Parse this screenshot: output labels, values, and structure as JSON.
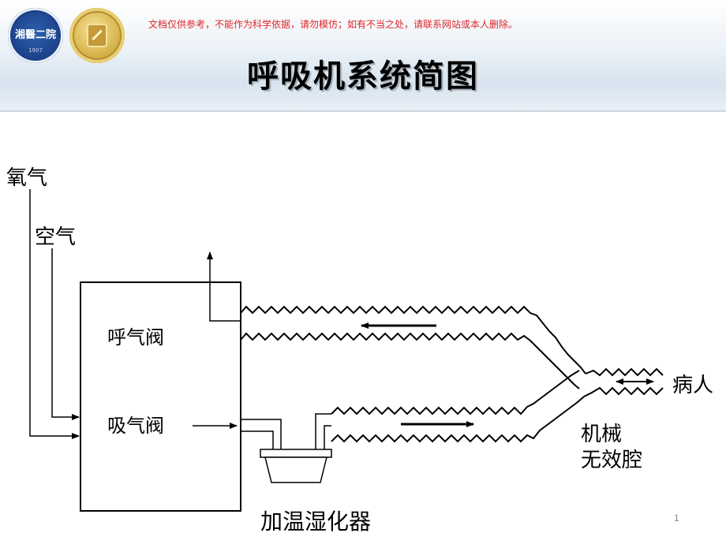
{
  "header": {
    "disclaimer": "文档仅供参考，不能作为科学依据，请勿模仿；如有不当之处，请联系网站或本人删除。",
    "title": "呼吸机系统简图",
    "logo_left_text": "湘醫二院",
    "logo_left_year": "1907"
  },
  "diagram": {
    "labels": {
      "oxygen": "氧气",
      "air": "空气",
      "exhale_valve": "呼气阀",
      "inhale_valve": "吸气阀",
      "patient": "病人",
      "dead_space_line1": "机械",
      "dead_space_line2": "无效腔",
      "humidifier": "加温湿化器"
    }
  },
  "footer": {
    "page_number": "1"
  },
  "colors": {
    "disclaimer": "#e0242a",
    "line": "#000000",
    "title": "#000000"
  }
}
